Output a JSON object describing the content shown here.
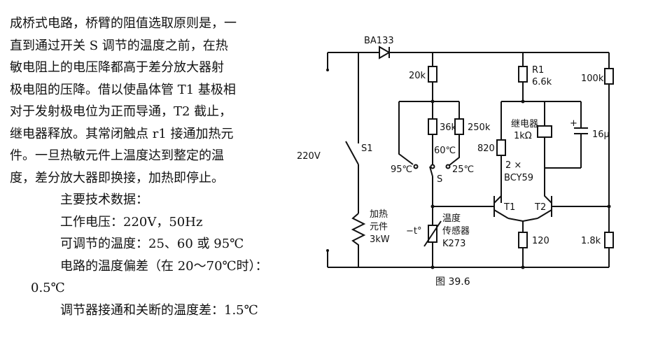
{
  "body_text": {
    "lines": [
      "成桥式电路，桥臂的阻值选取原则是，一",
      "直到通过开关 S 调节的温度之前，在热",
      "敏电阻上的电压降都高于差分放大器射",
      "极电阻的压降。借以使晶体管 T1 基极相",
      "对于发射极电位为正而导通，T2 截止，",
      "继电器释放。其常闭触点 r1 接通加热元",
      "件。一旦热敏元件上温度达到整定的温",
      "度，差分放大器即换接，加热即停止。"
    ]
  },
  "specs": {
    "heading": "主要技术数据：",
    "voltage": "工作电压：220V，50Hz",
    "temps": "可调节的温度：25、60 或 95℃",
    "deviation_a": "电路的温度偏差（在 20～70℃时）：",
    "deviation_b": "0.5℃",
    "hysteresis": "调节器接通和关断的温度差：1.5℃"
  },
  "diagram": {
    "diode": "BA133",
    "supply": "220V",
    "switch1": "S1",
    "heater_a": "加热",
    "heater_b": "元件",
    "heater_c": "3kW",
    "r_20k": "20k",
    "r_36k": "36k",
    "r_250k": "250k",
    "t60": "60℃",
    "t95": "95℃",
    "t25": "25℃",
    "switch_s": "S",
    "sensor_a": "温度",
    "sensor_b": "传感器",
    "sensor_c": "K273",
    "sensor_t": "−t°",
    "r1_a": "R1",
    "r1_b": "6.6k",
    "relay_a": "继电器",
    "relay_b": "1kΩ",
    "cap": "16μ",
    "r_820": "820",
    "tr_a": "2 ×",
    "tr_b": "BCY59",
    "t1": "T1",
    "t2": "T2",
    "r_120": "120",
    "r_100k": "100k",
    "r_18k": "1.8k"
  },
  "caption": "图 39.6"
}
